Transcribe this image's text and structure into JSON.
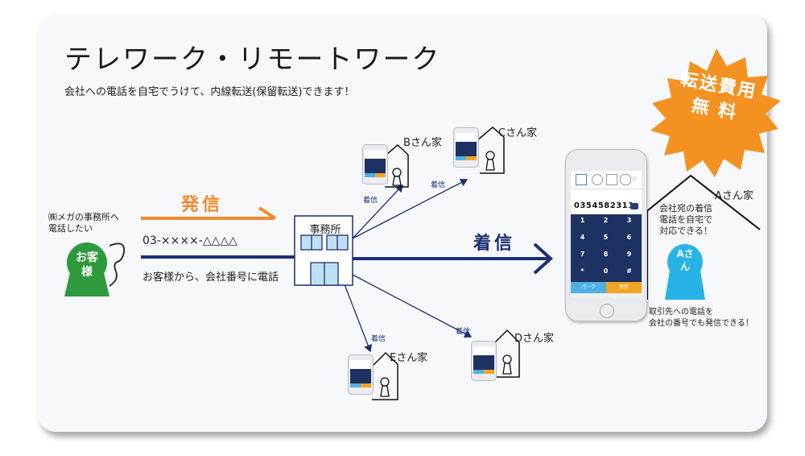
{
  "title": "テレワーク・リモートワーク",
  "subtitle": "会社への電話を自宅でうけて、内線転送(保留転送)できます！",
  "badge": {
    "line1": "転送費用",
    "line2": "無 料"
  },
  "customer": {
    "caption_line1": "㈱メガの事務所へ",
    "caption_line2": "電話したい",
    "icon_label": "お客様",
    "send_label": "発信",
    "number": "03-××××-△△△△",
    "note": "お客様から、会社番号に電話"
  },
  "office": {
    "label": "事務所"
  },
  "incoming_label": "着信",
  "homes": {
    "a": {
      "label": "Aさん家",
      "person": "Aさん",
      "note_line1": "会社宛の着信",
      "note_line2": "電話を自宅で",
      "note_line3": "対応できる！",
      "foot_line1": "取引先への電話を",
      "foot_line2": "会社の番号でも発信できる！"
    },
    "b": {
      "label": "Bさん家"
    },
    "c": {
      "label": "Cさん家"
    },
    "d": {
      "label": "Dさん家"
    },
    "e": {
      "label": "Eさん家"
    }
  },
  "branch_label": "着信",
  "phone": {
    "number": "0354582311",
    "keys": [
      "1",
      "2",
      "3",
      "4",
      "5",
      "6",
      "7",
      "8",
      "9",
      "*",
      "0",
      "#"
    ],
    "btn_left": "パーク",
    "btn_right": "発信"
  },
  "colors": {
    "navy": "#1b2f73",
    "orange": "#f28a2a",
    "green": "#2e9a3d",
    "cyan": "#27b3e6",
    "burst": "#f39221"
  }
}
